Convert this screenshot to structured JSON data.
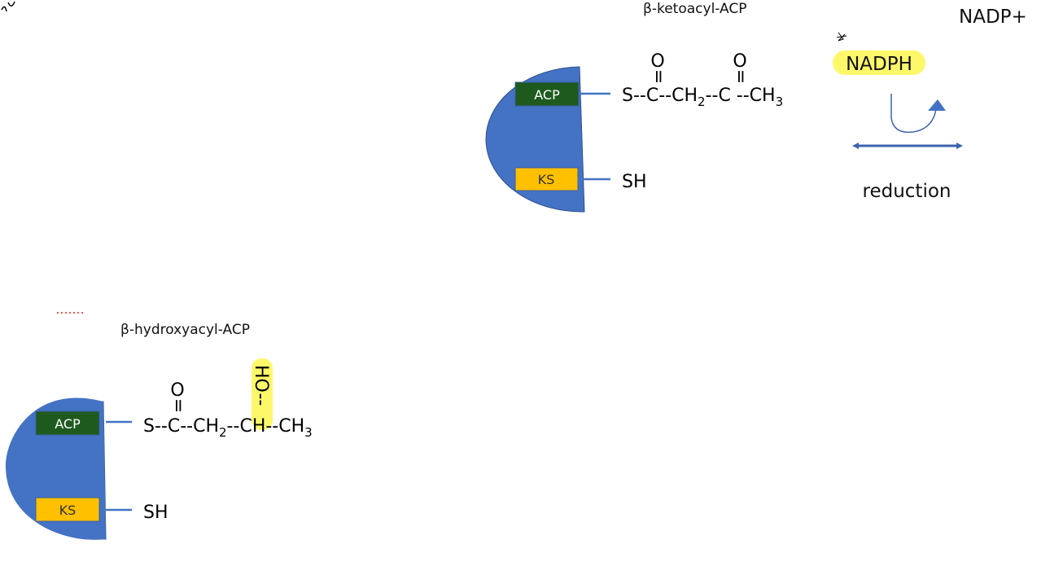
{
  "colors": {
    "enzyme": "#4472c4",
    "acp_box": "#1e5a1e",
    "ks_box": "#ffc000",
    "highlight": "#fdf86a",
    "arrow": "#3d63ad"
  },
  "top_complex": {
    "title": "β-ketoacyl-ACP",
    "acp_label": "ACP",
    "ks_label": "KS",
    "chain": {
      "s": "S--",
      "c1": "C",
      "mid1": "--CH",
      "sub2": "2",
      "mid2": "--",
      "c2": "C",
      "mid3": " --CH",
      "sub3": "3",
      "o1": "O",
      "o2": "O",
      "dbl": "="
    },
    "sh": "SH"
  },
  "bottom_complex": {
    "title": "β-hydroxyacyl-ACP",
    "acp_label": "ACP",
    "ks_label": "KS",
    "chain": {
      "s": "S--",
      "c1": "C",
      "mid1": "--CH",
      "sub2": "2",
      "mid2": "--",
      "c2": "C",
      "mid3": "H--CH",
      "sub3": "3",
      "o1": "O",
      "dbl": "=",
      "ho": "HO--"
    },
    "sh": "SH"
  },
  "reaction": {
    "cofactor_in": "NADPH",
    "cofactor_out": "NADP+",
    "step_label": "reduction"
  }
}
